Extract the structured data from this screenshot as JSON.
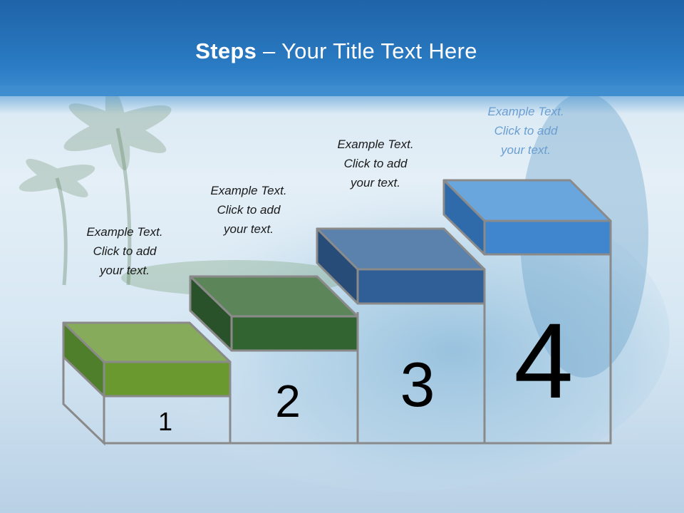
{
  "title": {
    "bold": "Steps",
    "rest": " – Your Title Text Here"
  },
  "steps": [
    {
      "number": "1",
      "text": "Example Text.\nClick  to add\nyour text.",
      "color": "#6a9a2f"
    },
    {
      "number": "2",
      "text": "Example Text.\nClick  to add\nyour text.",
      "color": "#316431"
    },
    {
      "number": "3",
      "text": "Example Text.\nClick  to add\nyour text.",
      "color": "#2f5f96"
    },
    {
      "number": "4",
      "text": "Example Text.\nClick  to add\nyour text.",
      "color": "#3f86cf"
    }
  ]
}
